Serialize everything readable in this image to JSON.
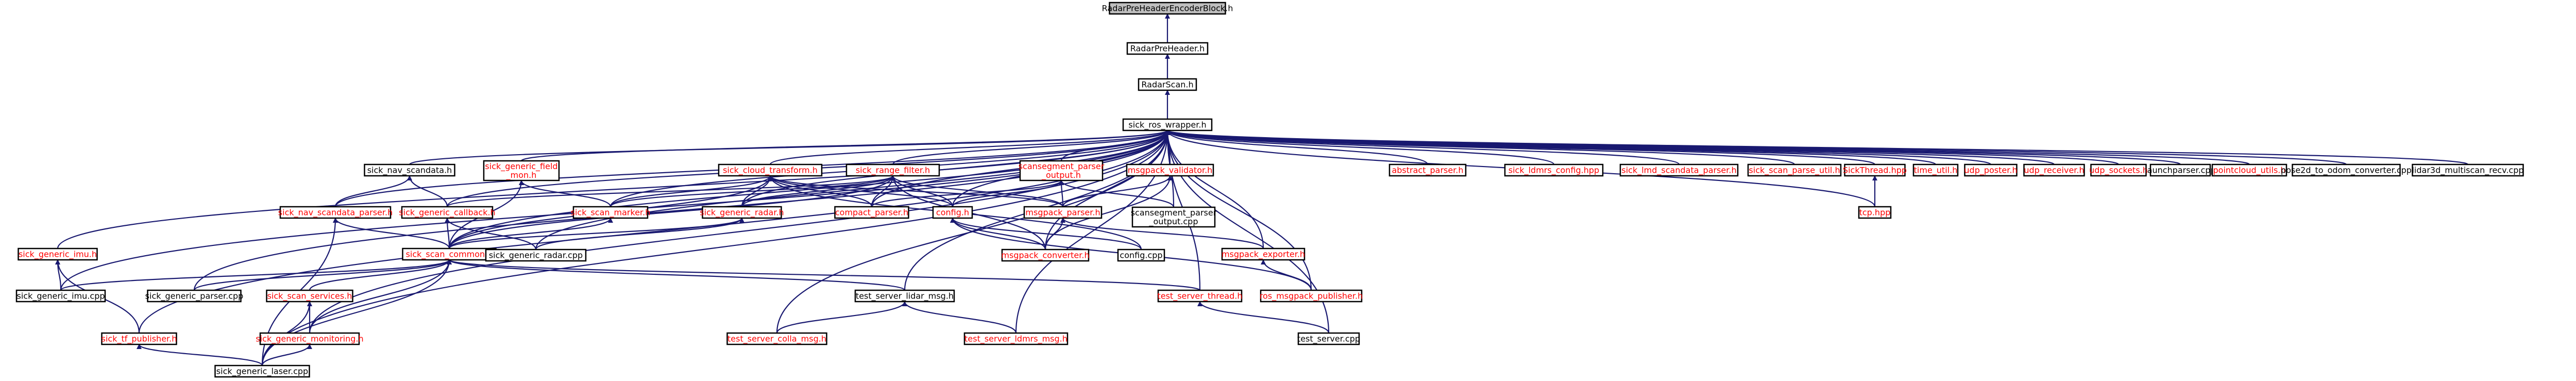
{
  "colors": {
    "node_fill": "#ffffff",
    "node_fill_root": "#bfbfbf",
    "node_border": "#000000",
    "text_normal": "#000000",
    "text_red": "#ff0000",
    "edge": "#191970"
  },
  "nodes": [
    {
      "id": "rph_enc",
      "lines": [
        "RadarPreHeaderEncoderBlock.h"
      ],
      "red": false,
      "root": true
    },
    {
      "id": "rph",
      "lines": [
        "RadarPreHeader.h"
      ],
      "red": false
    },
    {
      "id": "rscan",
      "lines": [
        "RadarScan.h"
      ],
      "red": false
    },
    {
      "id": "wrapper",
      "lines": [
        "sick_ros_wrapper.h"
      ],
      "red": false
    },
    {
      "id": "nav_scandata",
      "lines": [
        "sick_nav_scandata.h"
      ],
      "red": false
    },
    {
      "id": "field_mon",
      "lines": [
        "sick_generic_field",
        "_mon.h"
      ],
      "red": true
    },
    {
      "id": "cloud_transform",
      "lines": [
        "sick_cloud_transform.h"
      ],
      "red": true
    },
    {
      "id": "range_filter",
      "lines": [
        "sick_range_filter.h"
      ],
      "red": true
    },
    {
      "id": "scanseg_parser",
      "lines": [
        "scansegment_parser",
        "_output.h"
      ],
      "red": true
    },
    {
      "id": "msgpack_validator",
      "lines": [
        "msgpack_validator.h"
      ],
      "red": true
    },
    {
      "id": "abstract_parser",
      "lines": [
        "abstract_parser.h"
      ],
      "red": true
    },
    {
      "id": "ldmrs_config",
      "lines": [
        "sick_ldmrs_config.hpp"
      ],
      "red": true
    },
    {
      "id": "lmd_scandata",
      "lines": [
        "sick_lmd_scandata_parser.h"
      ],
      "red": true
    },
    {
      "id": "scan_parse_util",
      "lines": [
        "sick_scan_parse_util.h"
      ],
      "red": true
    },
    {
      "id": "sickthread",
      "lines": [
        "SickThread.hpp"
      ],
      "red": true
    },
    {
      "id": "time_util",
      "lines": [
        "time_util.h"
      ],
      "red": true
    },
    {
      "id": "udp_poster",
      "lines": [
        "udp_poster.h"
      ],
      "red": true
    },
    {
      "id": "udp_receiver",
      "lines": [
        "udp_receiver.h"
      ],
      "red": true
    },
    {
      "id": "udp_sockets",
      "lines": [
        "udp_sockets.h"
      ],
      "red": true
    },
    {
      "id": "launchparser",
      "lines": [
        "launchparser.cpp"
      ],
      "red": false
    },
    {
      "id": "pointcloud_utils",
      "lines": [
        "pointcloud_utils.h"
      ],
      "red": true
    },
    {
      "id": "pose2d",
      "lines": [
        "pose2d_to_odom_converter.cpp"
      ],
      "red": false
    },
    {
      "id": "lidar3d",
      "lines": [
        "lidar3d_multiscan_recv.cpp"
      ],
      "red": false
    },
    {
      "id": "tcp",
      "lines": [
        "tcp.hpp"
      ],
      "red": true
    },
    {
      "id": "nav_parser",
      "lines": [
        "sick_nav_scandata_parser.h"
      ],
      "red": true
    },
    {
      "id": "callback",
      "lines": [
        "sick_generic_callback.h"
      ],
      "red": true
    },
    {
      "id": "scan_marker",
      "lines": [
        "sick_scan_marker.h"
      ],
      "red": true
    },
    {
      "id": "generic_radar",
      "lines": [
        "sick_generic_radar.h"
      ],
      "red": true
    },
    {
      "id": "compact_parser",
      "lines": [
        "compact_parser.h"
      ],
      "red": true
    },
    {
      "id": "config_h",
      "lines": [
        "config.h"
      ],
      "red": true
    },
    {
      "id": "msgpack_parser",
      "lines": [
        "msgpack_parser.h"
      ],
      "red": true
    },
    {
      "id": "scanseg_cpp",
      "lines": [
        "scansegment_parser",
        "_output.cpp"
      ],
      "red": false
    },
    {
      "id": "generic_imu",
      "lines": [
        "sick_generic_imu.h"
      ],
      "red": true
    },
    {
      "id": "scan_common",
      "lines": [
        "sick_scan_common.h"
      ],
      "red": true
    },
    {
      "id": "radar_cpp",
      "lines": [
        "sick_generic_radar.cpp"
      ],
      "red": false
    },
    {
      "id": "config_cpp",
      "lines": [
        "config.cpp"
      ],
      "red": false
    },
    {
      "id": "msgpack_converter",
      "lines": [
        "msgpack_converter.h"
      ],
      "red": true
    },
    {
      "id": "msgpack_exporter",
      "lines": [
        "msgpack_exporter.h"
      ],
      "red": true
    },
    {
      "id": "imu_cpp",
      "lines": [
        "sick_generic_imu.cpp"
      ],
      "red": false
    },
    {
      "id": "parser_cpp",
      "lines": [
        "sick_generic_parser.cpp"
      ],
      "red": false
    },
    {
      "id": "scan_services",
      "lines": [
        "sick_scan_services.h"
      ],
      "red": true
    },
    {
      "id": "server_lidar",
      "lines": [
        "test_server_lidar_msg.h"
      ],
      "red": false
    },
    {
      "id": "server_thread",
      "lines": [
        "test_server_thread.h"
      ],
      "red": true
    },
    {
      "id": "ros_msgpack",
      "lines": [
        "ros_msgpack_publisher.h"
      ],
      "red": true
    },
    {
      "id": "tf_publisher",
      "lines": [
        "sick_tf_publisher.h"
      ],
      "red": true
    },
    {
      "id": "monitoring",
      "lines": [
        "sick_generic_monitoring.h"
      ],
      "red": true
    },
    {
      "id": "colla_msg",
      "lines": [
        "test_server_colla_msg.h"
      ],
      "red": true
    },
    {
      "id": "ldmrs_msg",
      "lines": [
        "test_server_ldmrs_msg.h"
      ],
      "red": true
    },
    {
      "id": "server_cpp",
      "lines": [
        "test_server.cpp"
      ],
      "red": false
    },
    {
      "id": "laser_cpp",
      "lines": [
        "sick_generic_laser.cpp"
      ],
      "red": false
    }
  ],
  "edges": [
    [
      "rph",
      "rph_enc"
    ],
    [
      "rscan",
      "rph"
    ],
    [
      "wrapper",
      "rscan"
    ],
    [
      "nav_scandata",
      "wrapper"
    ],
    [
      "field_mon",
      "wrapper"
    ],
    [
      "cloud_transform",
      "wrapper"
    ],
    [
      "range_filter",
      "wrapper"
    ],
    [
      "scanseg_parser",
      "wrapper"
    ],
    [
      "msgpack_validator",
      "wrapper"
    ],
    [
      "abstract_parser",
      "wrapper"
    ],
    [
      "ldmrs_config",
      "wrapper"
    ],
    [
      "lmd_scandata",
      "wrapper"
    ],
    [
      "scan_parse_util",
      "wrapper"
    ],
    [
      "sickthread",
      "wrapper"
    ],
    [
      "time_util",
      "wrapper"
    ],
    [
      "udp_poster",
      "wrapper"
    ],
    [
      "udp_receiver",
      "wrapper"
    ],
    [
      "udp_sockets",
      "wrapper"
    ],
    [
      "launchparser",
      "wrapper"
    ],
    [
      "pointcloud_utils",
      "wrapper"
    ],
    [
      "pose2d",
      "wrapper"
    ],
    [
      "lidar3d",
      "wrapper"
    ],
    [
      "tcp",
      "wrapper"
    ],
    [
      "tcp",
      "sickthread"
    ],
    [
      "scanseg_cpp",
      "wrapper"
    ],
    [
      "config_h",
      "wrapper"
    ],
    [
      "compact_parser",
      "wrapper"
    ],
    [
      "scan_marker",
      "wrapper"
    ],
    [
      "generic_radar",
      "wrapper"
    ],
    [
      "callback",
      "wrapper"
    ],
    [
      "nav_parser",
      "wrapper"
    ],
    [
      "generic_imu",
      "wrapper"
    ],
    [
      "scan_common",
      "wrapper"
    ],
    [
      "radar_cpp",
      "wrapper"
    ],
    [
      "msgpack_converter",
      "wrapper"
    ],
    [
      "msgpack_exporter",
      "wrapper"
    ],
    [
      "imu_cpp",
      "wrapper"
    ],
    [
      "parser_cpp",
      "wrapper"
    ],
    [
      "monitoring",
      "wrapper"
    ],
    [
      "tf_publisher",
      "wrapper"
    ],
    [
      "laser_cpp",
      "wrapper"
    ],
    [
      "server_lidar",
      "wrapper"
    ],
    [
      "server_thread",
      "wrapper"
    ],
    [
      "colla_msg",
      "wrapper"
    ],
    [
      "ldmrs_msg",
      "wrapper"
    ],
    [
      "server_cpp",
      "wrapper"
    ],
    [
      "ros_msgpack",
      "wrapper"
    ],
    [
      "nav_parser",
      "nav_scandata"
    ],
    [
      "callback",
      "nav_scandata"
    ],
    [
      "scan_common",
      "field_mon"
    ],
    [
      "scan_marker",
      "field_mon"
    ],
    [
      "scan_marker",
      "cloud_transform"
    ],
    [
      "generic_radar",
      "cloud_transform"
    ],
    [
      "compact_parser",
      "cloud_transform"
    ],
    [
      "config_h",
      "cloud_transform"
    ],
    [
      "scan_common",
      "cloud_transform"
    ],
    [
      "config_cpp",
      "cloud_transform"
    ],
    [
      "msgpack_parser",
      "cloud_transform"
    ],
    [
      "scan_marker",
      "range_filter"
    ],
    [
      "generic_radar",
      "range_filter"
    ],
    [
      "compact_parser",
      "range_filter"
    ],
    [
      "config_h",
      "range_filter"
    ],
    [
      "msgpack_parser",
      "range_filter"
    ],
    [
      "scan_common",
      "range_filter"
    ],
    [
      "msgpack_converter",
      "range_filter"
    ],
    [
      "callback",
      "range_filter"
    ],
    [
      "scanseg_cpp",
      "scanseg_parser"
    ],
    [
      "msgpack_parser",
      "scanseg_parser"
    ],
    [
      "compact_parser",
      "scanseg_parser"
    ],
    [
      "config_h",
      "scanseg_parser"
    ],
    [
      "msgpack_parser",
      "msgpack_validator"
    ],
    [
      "msgpack_converter",
      "msgpack_validator"
    ],
    [
      "msgpack_converter",
      "msgpack_parser"
    ],
    [
      "msgpack_exporter",
      "msgpack_parser"
    ],
    [
      "config_cpp",
      "config_h"
    ],
    [
      "msgpack_converter",
      "config_h"
    ],
    [
      "ros_msgpack",
      "config_h"
    ],
    [
      "ros_msgpack",
      "msgpack_exporter"
    ],
    [
      "scan_common",
      "scan_marker"
    ],
    [
      "scan_common",
      "generic_radar"
    ],
    [
      "radar_cpp",
      "generic_radar"
    ],
    [
      "scan_common",
      "callback"
    ],
    [
      "radar_cpp",
      "callback"
    ],
    [
      "scan_common",
      "nav_parser"
    ],
    [
      "laser_cpp",
      "nav_parser"
    ],
    [
      "imu_cpp",
      "generic_imu"
    ],
    [
      "tf_publisher",
      "generic_imu"
    ],
    [
      "imu_cpp",
      "scan_common"
    ],
    [
      "parser_cpp",
      "scan_common"
    ],
    [
      "radar_cpp",
      "scan_common"
    ],
    [
      "scan_services",
      "scan_common"
    ],
    [
      "monitoring",
      "scan_common"
    ],
    [
      "server_lidar",
      "scan_common"
    ],
    [
      "server_thread",
      "scan_common"
    ],
    [
      "laser_cpp",
      "scan_common"
    ],
    [
      "monitoring",
      "scan_services"
    ],
    [
      "laser_cpp",
      "scan_services"
    ],
    [
      "laser_cpp",
      "monitoring"
    ],
    [
      "laser_cpp",
      "tf_publisher"
    ],
    [
      "colla_msg",
      "server_lidar"
    ],
    [
      "ldmrs_msg",
      "server_lidar"
    ],
    [
      "server_cpp",
      "server_thread"
    ]
  ]
}
